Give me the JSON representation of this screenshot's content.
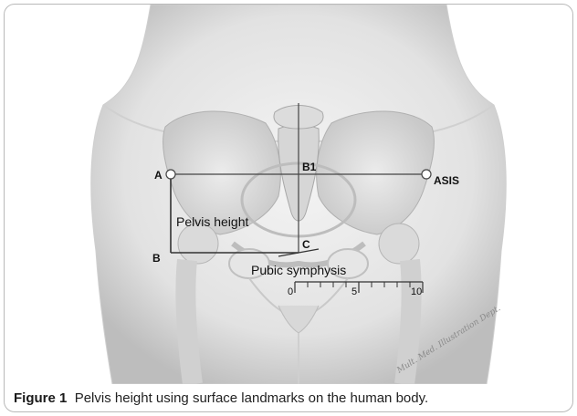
{
  "labels": {
    "point_a": "A",
    "point_b": "B",
    "point_b1": "B1",
    "point_c": "C",
    "asis": "ASIS",
    "pelvis_height": "Pelvis height",
    "pubic_symphysis": "Pubic symphysis"
  },
  "scale": {
    "ticks": [
      "0",
      "5",
      "10"
    ]
  },
  "signature": "Mult. Med. Illustration Dept.",
  "caption": {
    "label": "Figure 1",
    "text": "Pelvis height using surface landmarks on the human body."
  }
}
